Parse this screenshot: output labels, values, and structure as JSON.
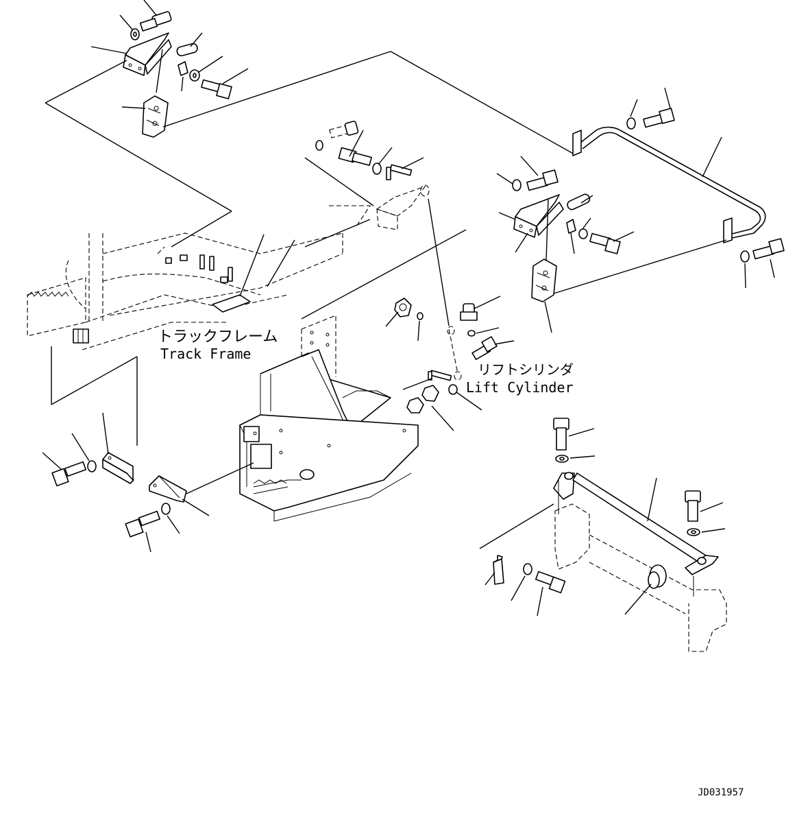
{
  "labels": {
    "track_frame_jp": "トラックフレーム",
    "track_frame_en": "Track Frame",
    "lift_cylinder_jp": "リフトシリンダ",
    "lift_cylinder_en": "Lift Cylinder"
  },
  "drawing_id": "JD031957",
  "colors": {
    "line": "#000000",
    "background": "#ffffff"
  }
}
